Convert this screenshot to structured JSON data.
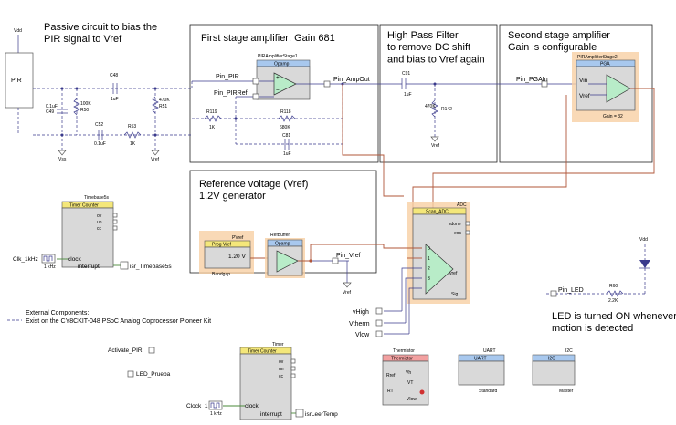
{
  "boxes": {
    "passive_note": "Passive circuit to bias the\nPIR signal to Vref",
    "first_stage": "First stage amplifier: Gain 681",
    "hpf": "High Pass Filter\nto remove DC shift\nand bias to Vref again",
    "second_stage": "Second stage amplifier\nGain is configurable",
    "vref_box": "Reference voltage (Vref)\n1.2V generator"
  },
  "pir": {
    "label": "PIR",
    "vdd": "Vdd",
    "vss": "Vss"
  },
  "passive": {
    "c48_name": "C48",
    "c48_val": "1uF",
    "c49_name": "C49",
    "c49_val": "0.1uF",
    "r50_name": "R50",
    "r50_val": "100K",
    "r51_name": "R51",
    "r51_val": "470K",
    "c52_name": "C52",
    "c52_val": "0.1uF",
    "r53_name": "R53",
    "r53_val": "1K",
    "vref": "Vref"
  },
  "stage1": {
    "component": "PIRAmplifierStage1",
    "part": "Opamp",
    "pin_pir": "Pin_PIR",
    "pin_pirref": "Pin_PIRRef",
    "pin_out": "Pin_AmpOut",
    "r119_name": "R119",
    "r119_val": "1K",
    "r118_name": "R118",
    "r118_val": "680K",
    "c81_name": "C81",
    "c81_val": "1uF"
  },
  "hpf": {
    "c91_name": "C91",
    "c91_val": "1uF",
    "r142_name": "R142",
    "r142_val": "470K",
    "vref": "Vref"
  },
  "stage2": {
    "component": "PIRAmplifierStage2",
    "part": "PGA",
    "pin_in": "Pin_PGAIn",
    "vin": "Vin",
    "vref": "Vref",
    "gain": "Gain = 32"
  },
  "timer1": {
    "component": "Timebase5s",
    "part": "Timer Counter",
    "ports": [
      "ov",
      "un",
      "cc"
    ],
    "clock": "clock",
    "interrupt": "interrupt",
    "clk": "Clk_1kHz",
    "clk_freq": "1 kHz",
    "isr": "isr_Timebase5s"
  },
  "vrefgen": {
    "component": "PVref",
    "part": "Prog Vref",
    "value": "1.20 V",
    "sub": "Bandgap",
    "buffer_component": "RefBuffer",
    "buffer_part": "Opamp",
    "pin_vref": "Pin_Vref",
    "vref": "Vref"
  },
  "adc": {
    "component": "ADC",
    "part": "Scan_ADC",
    "ports": [
      "sdone",
      "eos"
    ],
    "channels": [
      "0",
      "1",
      "2",
      "3"
    ],
    "vref_pin": "vref",
    "soc": "Sig",
    "vhigh": "vHigh",
    "vtherm": "Vtherm",
    "vlow": "Vlow"
  },
  "led": {
    "vdd": "Vdd",
    "pin": "Pin_LED",
    "r_name": "R60",
    "r_val": "2.2K",
    "note": "LED is turned ON whenever\nmotion is detected"
  },
  "legend": {
    "title": "External Components:",
    "text": "Exist on the CY8CKIT-048 PSoC Analog Coprocessor Pioneer Kit"
  },
  "pins": {
    "activate": "Activate_PIR",
    "led_prueba": "LED_Prueba"
  },
  "timer2": {
    "component": "Timer",
    "part": "Timer Counter",
    "ports": [
      "ov",
      "un",
      "cc"
    ],
    "clock": "clock",
    "interrupt": "interrupt",
    "clk": "Clock_1",
    "clk_freq": "1 kHz",
    "isr": "isrLeerTemp"
  },
  "thermistor": {
    "component": "Thermistor",
    "part": "Thermistor",
    "rref": "Rref",
    "vh": "Vh",
    "vt": "VT",
    "rt": "RT",
    "vlow": "Vlow"
  },
  "uart": {
    "component": "UART",
    "part": "UART",
    "sub": "Standard"
  },
  "i2c": {
    "component": "I2C",
    "part": "I2C",
    "sub": "Master"
  },
  "colors": {
    "wire": "#3a3a8c",
    "analog_wire": "#b0573a",
    "header_yellow": "#f4e77a",
    "header_blue": "#a8c8ee",
    "highlight": "#f7cfa4"
  }
}
